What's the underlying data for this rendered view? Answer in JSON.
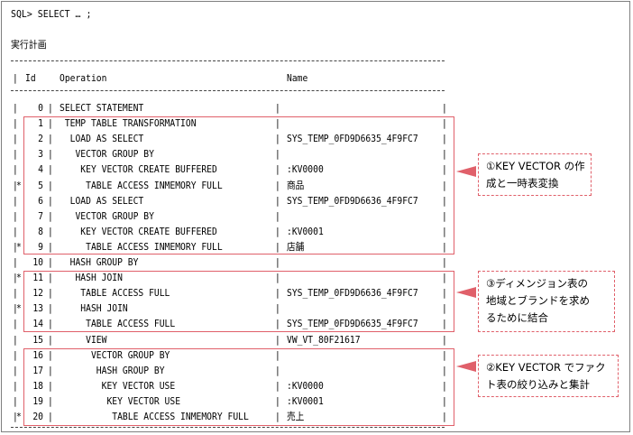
{
  "sql": "SQL> SELECT … ;",
  "plan_title": "実行計画",
  "headers": {
    "bar": "|",
    "id": "Id",
    "operation": "Operation",
    "name": "Name"
  },
  "rows": [
    {
      "pred": "",
      "id": "0",
      "op": "SELECT STATEMENT",
      "name": ""
    },
    {
      "pred": "",
      "id": "1",
      "op": " TEMP TABLE TRANSFORMATION",
      "name": ""
    },
    {
      "pred": "",
      "id": "2",
      "op": "  LOAD AS SELECT",
      "name": "SYS_TEMP_0FD9D6635_4F9FC7"
    },
    {
      "pred": "",
      "id": "3",
      "op": "   VECTOR GROUP BY",
      "name": ""
    },
    {
      "pred": "",
      "id": "4",
      "op": "    KEY VECTOR CREATE BUFFERED",
      "name": ":KV0000"
    },
    {
      "pred": "*",
      "id": "5",
      "op": "     TABLE ACCESS INMEMORY FULL",
      "name": "商品"
    },
    {
      "pred": "",
      "id": "6",
      "op": "  LOAD AS SELECT",
      "name": "SYS_TEMP_0FD9D6636_4F9FC7"
    },
    {
      "pred": "",
      "id": "7",
      "op": "   VECTOR GROUP BY",
      "name": ""
    },
    {
      "pred": "",
      "id": "8",
      "op": "    KEY VECTOR CREATE BUFFERED",
      "name": ":KV0001"
    },
    {
      "pred": "*",
      "id": "9",
      "op": "     TABLE ACCESS INMEMORY FULL",
      "name": "店舗"
    },
    {
      "pred": "",
      "id": "10",
      "op": "  HASH GROUP BY",
      "name": ""
    },
    {
      "pred": "*",
      "id": "11",
      "op": "   HASH JOIN",
      "name": ""
    },
    {
      "pred": "",
      "id": "12",
      "op": "    TABLE ACCESS FULL",
      "name": "SYS_TEMP_0FD9D6636_4F9FC7"
    },
    {
      "pred": "*",
      "id": "13",
      "op": "    HASH JOIN",
      "name": ""
    },
    {
      "pred": "",
      "id": "14",
      "op": "     TABLE ACCESS FULL",
      "name": "SYS_TEMP_0FD9D6635_4F9FC7"
    },
    {
      "pred": "",
      "id": "15",
      "op": "     VIEW",
      "name": "VW_VT_80F21617"
    },
    {
      "pred": "",
      "id": "16",
      "op": "      VECTOR GROUP BY",
      "name": ""
    },
    {
      "pred": "",
      "id": "17",
      "op": "       HASH GROUP BY",
      "name": ""
    },
    {
      "pred": "",
      "id": "18",
      "op": "        KEY VECTOR USE",
      "name": ":KV0000"
    },
    {
      "pred": "",
      "id": "19",
      "op": "         KEY VECTOR USE",
      "name": ":KV0001"
    },
    {
      "pred": "*",
      "id": "20",
      "op": "          TABLE ACCESS INMEMORY FULL",
      "name": "売上"
    }
  ],
  "annotations": {
    "note1": "①KEY VECTOR の作\n成と一時表変換",
    "note3": "③ディメンジョン表の\n地域とブランドを求め\nるために結合",
    "note2": "②KEY VECTOR でファク\nト表の絞り込みと集計"
  },
  "colors": {
    "highlight": "#e0606a",
    "frame": "#7f7f7f"
  }
}
